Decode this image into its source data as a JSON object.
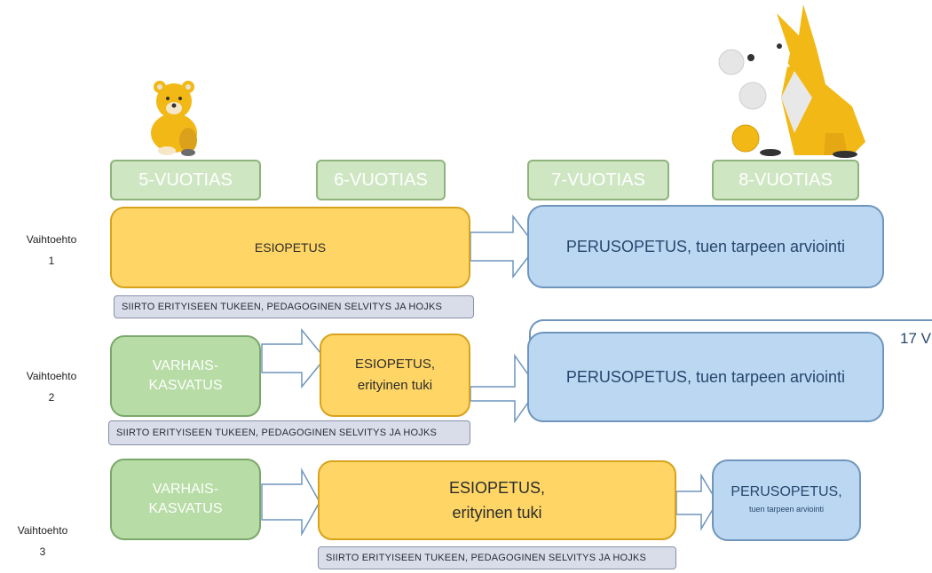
{
  "ages": [
    "5-VUOTIAS",
    "6-VUOTIAS",
    "7-VUOTIAS",
    "8-VUOTIAS"
  ],
  "options": [
    {
      "label": "Vaihtoehto\n1",
      "pre": "ESIOPETUS",
      "basic": "PERUSOPETUS, tuen tarpeen arviointi",
      "note": "SIIRTO ERITYISEEN TUKEEN, PEDAGOGINEN SELVITYS JA HOJKS"
    },
    {
      "label": "Vaihtoehto\n2",
      "early": "VARHAIS-\nKASVATUS",
      "pre": "ESIOPETUS,\nerityinen tuki",
      "basic": "PERUSOPETUS, tuen tarpeen arviointi",
      "side": "17 V",
      "note": "SIIRTO ERITYISEEN TUKEEN, PEDAGOGINEN SELVITYS JA HOJKS"
    },
    {
      "label": "Vaihtoehto\n3",
      "early": "VARHAIS-\nKASVATUS",
      "pre": "ESIOPETUS,\nerityinen tuki",
      "basic_title": "PERUSOPETUS,",
      "basic_sub": "tuen tarpeen arviointi",
      "note": "SIIRTO ERITYISEEN TUKEEN, PEDAGOGINEN SELVITYS JA HOJKS"
    }
  ],
  "icons": [
    "bear-cub-icon",
    "dog-with-balls-icon"
  ],
  "colors": {
    "age_fill": "#cfe6c3",
    "yellow_fill": "#ffd666",
    "blue_fill": "#bcd7f1",
    "green_fill": "#b7dca5",
    "note_fill": "#d9dce9"
  }
}
